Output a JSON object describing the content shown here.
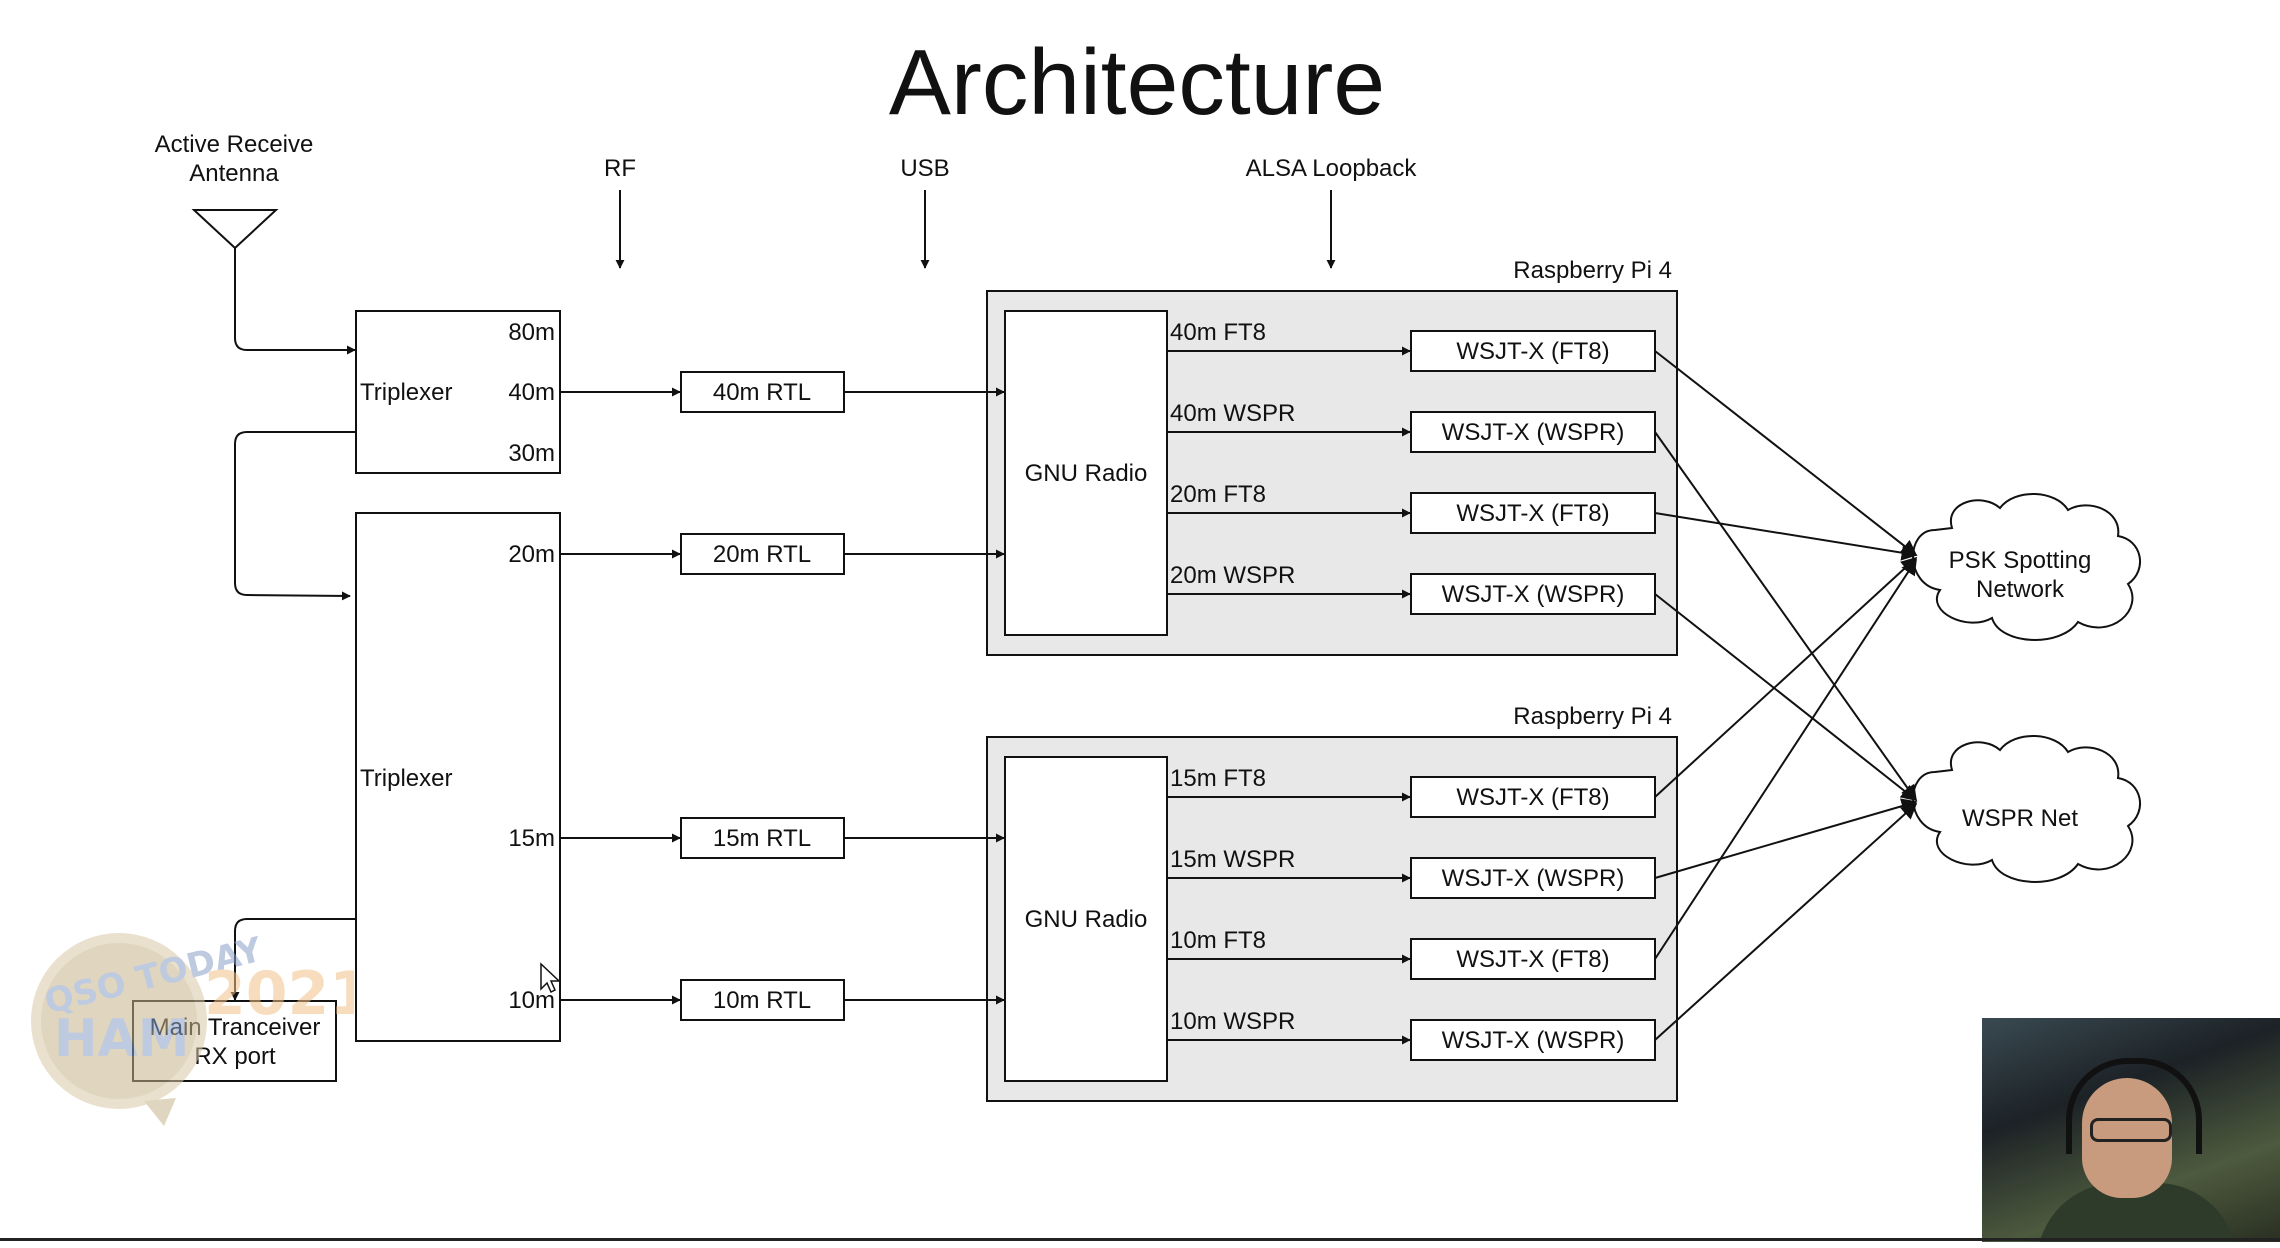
{
  "title": "Architecture",
  "top_labels": {
    "antenna": [
      "Active Receive",
      "Antenna"
    ],
    "rf": "RF",
    "usb": "USB",
    "alsa": "ALSA Loopback"
  },
  "triplexer_top": {
    "label": "Triplexer",
    "ports": [
      "80m",
      "40m",
      "30m"
    ]
  },
  "triplexer_bottom": {
    "label": "Triplexer",
    "ports": [
      "20m",
      "15m",
      "10m"
    ]
  },
  "main_transceiver": [
    "Main Tranceiver",
    "RX port"
  ],
  "rtl": [
    "40m RTL",
    "20m RTL",
    "15m RTL",
    "10m RTL"
  ],
  "pi_top": {
    "label": "Raspberry Pi 4",
    "gnu_radio": "GNU Radio",
    "channels": [
      {
        "band": "40m FT8",
        "app": "WSJT-X (FT8)"
      },
      {
        "band": "40m WSPR",
        "app": "WSJT-X (WSPR)"
      },
      {
        "band": "20m FT8",
        "app": "WSJT-X (FT8)"
      },
      {
        "band": "20m WSPR",
        "app": "WSJT-X (WSPR)"
      }
    ]
  },
  "pi_bottom": {
    "label": "Raspberry Pi 4",
    "gnu_radio": "GNU Radio",
    "channels": [
      {
        "band": "15m FT8",
        "app": "WSJT-X (FT8)"
      },
      {
        "band": "15m WSPR",
        "app": "WSJT-X (WSPR)"
      },
      {
        "band": "10m FT8",
        "app": "WSJT-X (FT8)"
      },
      {
        "band": "10m WSPR",
        "app": "WSJT-X (WSPR)"
      }
    ]
  },
  "clouds": {
    "psk": [
      "PSK Spotting",
      "Network"
    ],
    "wspr": "WSPR Net"
  },
  "colors": {
    "container_fill": "#e8e8e8",
    "stroke": "#111111"
  }
}
